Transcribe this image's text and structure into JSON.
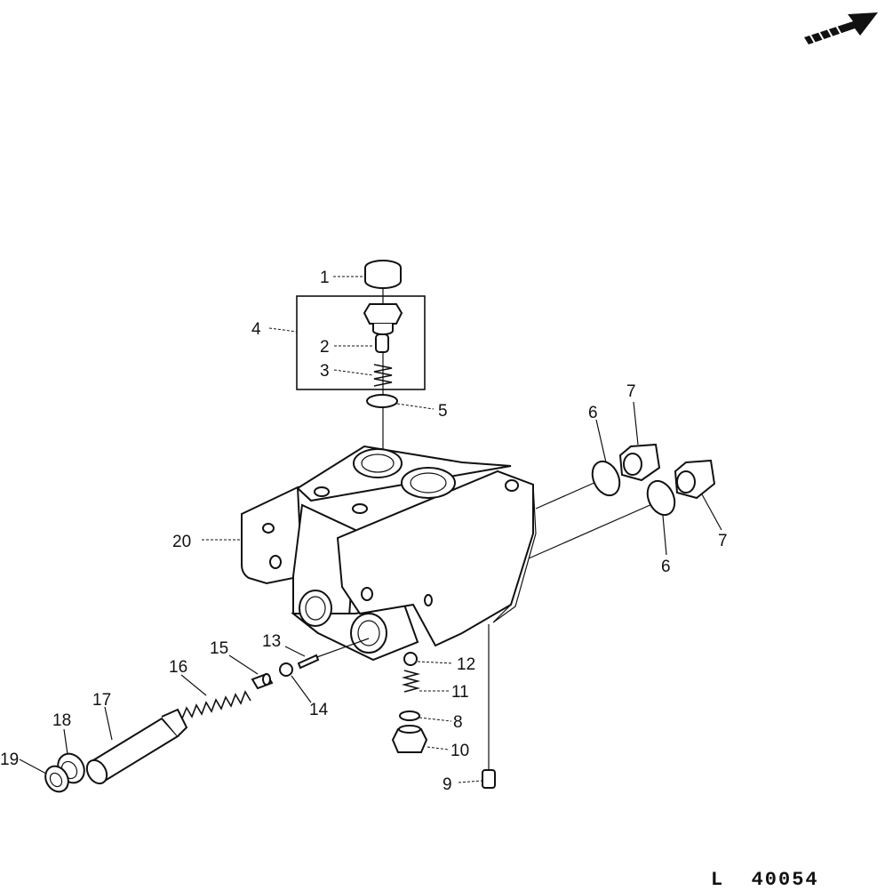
{
  "drawing": {
    "reference": "L  40054"
  },
  "callouts": [
    {
      "id": "1",
      "text": "1"
    },
    {
      "id": "2",
      "text": "2"
    },
    {
      "id": "3",
      "text": "3"
    },
    {
      "id": "4",
      "text": "4"
    },
    {
      "id": "5",
      "text": "5"
    },
    {
      "id": "6a",
      "text": "6"
    },
    {
      "id": "6b",
      "text": "6"
    },
    {
      "id": "7a",
      "text": "7"
    },
    {
      "id": "7b",
      "text": "7"
    },
    {
      "id": "8",
      "text": "8"
    },
    {
      "id": "9",
      "text": "9"
    },
    {
      "id": "10",
      "text": "10"
    },
    {
      "id": "11",
      "text": "11"
    },
    {
      "id": "12",
      "text": "12"
    },
    {
      "id": "13",
      "text": "13"
    },
    {
      "id": "14",
      "text": "14"
    },
    {
      "id": "15",
      "text": "15"
    },
    {
      "id": "16",
      "text": "16"
    },
    {
      "id": "17",
      "text": "17"
    },
    {
      "id": "18",
      "text": "18"
    },
    {
      "id": "19",
      "text": "19"
    },
    {
      "id": "20",
      "text": "20"
    }
  ]
}
